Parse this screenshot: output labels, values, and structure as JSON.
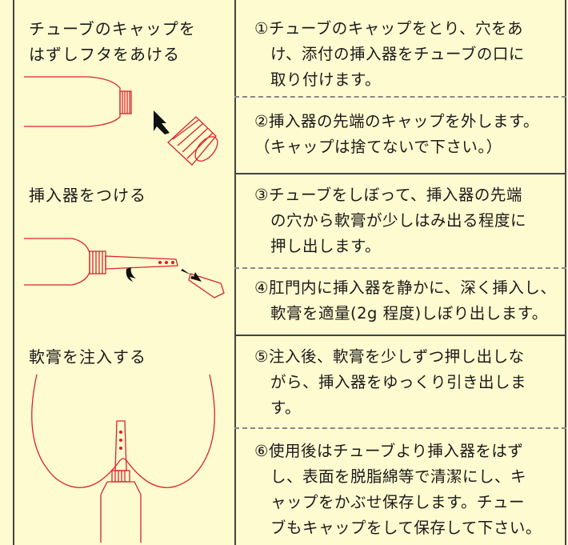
{
  "left": {
    "label1_line1": "チューブのキャップを",
    "label1_line2": "はずしフタをあける",
    "label2": "挿入器をつける",
    "label3": "軟膏を注入する"
  },
  "steps": [
    {
      "lines": [
        "①チューブのキャップをとり、穴をあ",
        "け、添付の挿入器をチューブの口に",
        "取り付けます。"
      ]
    },
    {
      "lines": [
        "②挿入器の先端のキャップを外します。",
        "（キャップは捨てないで下さい。）"
      ]
    },
    {
      "lines": [
        "③チューブをしぼって、挿入器の先端",
        "の穴から軟膏が少しはみ出る程度に",
        "押し出します。"
      ]
    },
    {
      "lines": [
        "④肛門内に挿入器を静かに、深く挿入し、",
        "軟膏を適量(2g 程度)しぼり出します。"
      ]
    },
    {
      "lines": [
        "⑤注入後、軟膏を少しずつ押し出しな",
        "がら、挿入器をゆっくり引き出しま",
        "す。"
      ]
    },
    {
      "lines": [
        "⑥使用後はチューブより挿入器をはず",
        "し、表面を脱脂綿等で清潔にし、キ",
        "ャップをかぶせ保存します。チュー",
        "ブもキャップをして保存して下さい。"
      ]
    }
  ],
  "colors": {
    "background": "#fffbd0",
    "illustration": "#d9232d",
    "border": "#444444"
  }
}
